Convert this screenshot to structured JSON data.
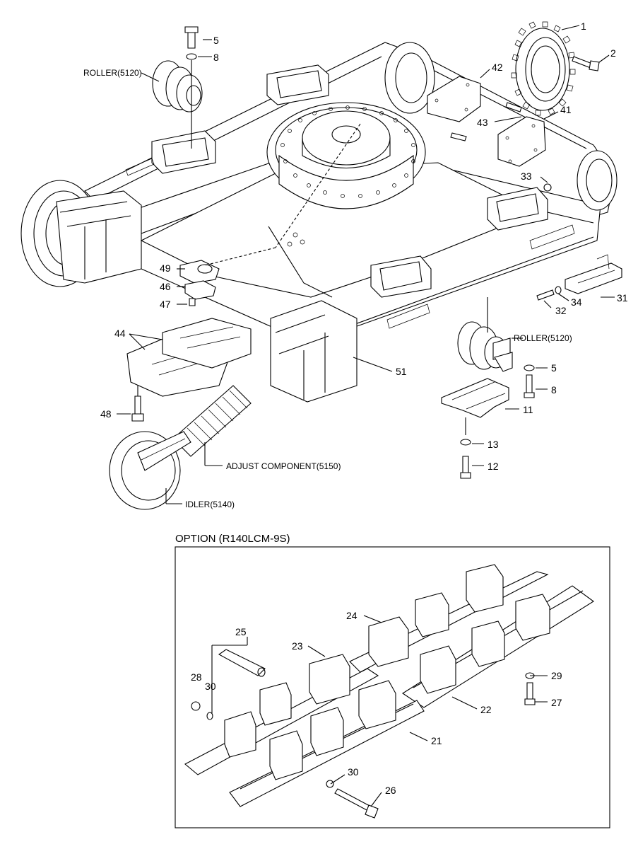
{
  "callouts": {
    "c1": "1",
    "c2": "2",
    "c5a": "5",
    "c8a": "8",
    "c42": "42",
    "c43": "43",
    "c41": "41",
    "c33": "33",
    "c31": "31",
    "c32": "32",
    "c34": "34",
    "c49": "49",
    "c46": "46",
    "c47": "47",
    "c44": "44",
    "c48": "48",
    "c51": "51",
    "c5b": "5",
    "c8b": "8",
    "c11": "11",
    "c13": "13",
    "c12": "12",
    "c25": "25",
    "c24": "24",
    "c23": "23",
    "c28": "28",
    "c30a": "30",
    "c29": "29",
    "c27": "27",
    "c22": "22",
    "c21": "21",
    "c30b": "30",
    "c26": "26"
  },
  "labels": {
    "roller_top": "ROLLER(5120)",
    "roller_right": "ROLLER(5120)",
    "adjust": "ADJUST COMPONENT(5150)",
    "idler": "IDLER(5140)"
  },
  "option": {
    "title": "OPTION (R140LCM-9S)"
  }
}
